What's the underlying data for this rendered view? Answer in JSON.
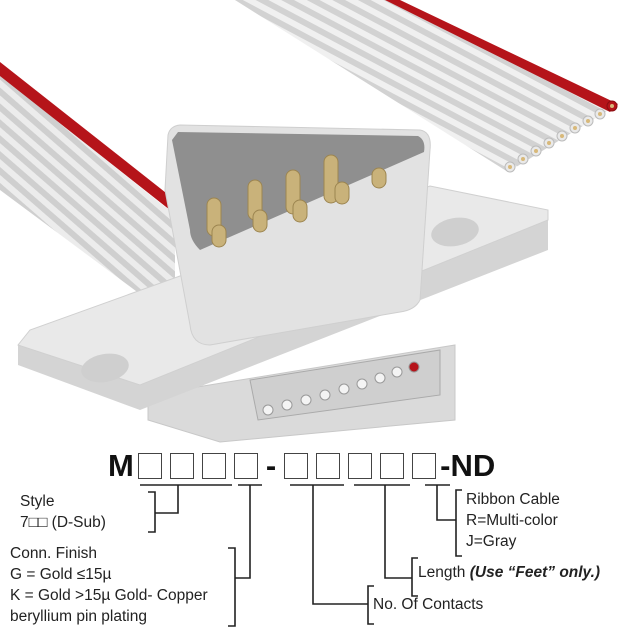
{
  "part_number": {
    "prefix": "M",
    "group1_boxes": 4,
    "separator": "-",
    "group2_boxes": 5,
    "suffix": "-ND"
  },
  "legend": {
    "style": {
      "title": "Style",
      "line1": "7□□ (D-Sub)"
    },
    "finish": {
      "title": "Conn. Finish",
      "line1": "G = Gold ≤15µ",
      "line2": "K = Gold >15µ Gold- Copper",
      "line3": "beryllium pin plating"
    },
    "contacts": {
      "title": "No. Of Contacts"
    },
    "length": {
      "title": "Length",
      "note": "(Use “Feet” only.)"
    },
    "ribbon": {
      "title": "Ribbon Cable",
      "line1": "R=Multi-color",
      "line2": "J=Gray"
    }
  },
  "colors": {
    "ribbon_gray": "#d4d4d4",
    "ribbon_red": "#b5141a",
    "pin_gold": "#c9b27a",
    "housing": "#e4e4e4"
  }
}
